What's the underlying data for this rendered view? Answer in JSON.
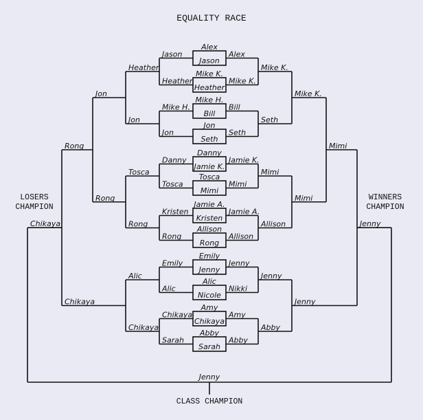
{
  "title": "EQUALITY RACE",
  "losers_label": [
    "LOSERS",
    "CHAMPION"
  ],
  "winners_label": [
    "WINNERS",
    "CHAMPION"
  ],
  "class_label": "CLASS CHAMPION",
  "boxes": [
    [
      "Alex",
      "Jason"
    ],
    [
      "Mike K.",
      "Heather"
    ],
    [
      "Mike H.",
      "Bill"
    ],
    [
      "Jon",
      "Seth"
    ],
    [
      "Danny",
      "Jamie K."
    ],
    [
      "Tosca",
      "Mimi"
    ],
    [
      "Jamie A.",
      "Kristen"
    ],
    [
      "Allison",
      "Rong"
    ],
    [
      "Emily",
      "Jenny"
    ],
    [
      "Alic",
      "Nicole"
    ],
    [
      "Amy",
      "Chikaya"
    ],
    [
      "Abby",
      "Sarah"
    ]
  ],
  "left": {
    "r1": [
      "Jason",
      "Heather",
      "Mike H.",
      "Jon",
      "Danny",
      "Tosca",
      "Kristen",
      "Rong",
      "Emily",
      "Alic",
      "Chikaya",
      "Sarah"
    ],
    "r2": [
      "Heather",
      "Jon",
      "Tosca",
      "Rong",
      "Alic",
      "Chikaya"
    ],
    "r3": [
      "Jon",
      "Rong",
      "Chikaya"
    ],
    "r4": [
      "Rong"
    ],
    "champion": "Chikaya"
  },
  "right": {
    "r1": [
      "Alex",
      "Mike K.",
      "Bill",
      "Seth",
      "Jamie K.",
      "Mimi",
      "Jamie A.",
      "Allison",
      "Jenny",
      "Nikki",
      "Amy",
      "Abby"
    ],
    "r2": [
      "Mike K.",
      "Seth",
      "Mimi",
      "Allison",
      "Jenny",
      "Abby"
    ],
    "r3": [
      "Mike K.",
      "Mimi",
      "Jenny"
    ],
    "r4": [
      "Mimi"
    ],
    "champion": "Jenny"
  },
  "class_champion": "Jenny"
}
